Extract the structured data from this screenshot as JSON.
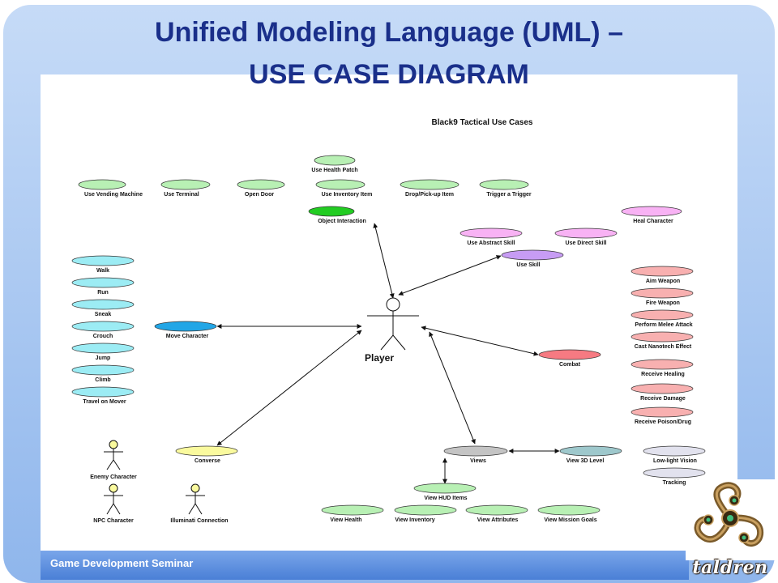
{
  "slide": {
    "title_line1": "Unified Modeling Language (UML) –",
    "title_line2": "USE CASE DIAGRAM",
    "footer": "Game Development Seminar",
    "logo_text": "taldren"
  },
  "colors": {
    "frame_blue": "#a9c8f2",
    "title_navy": "#1a2f8a",
    "footer_blue": "#5b8fe0",
    "green": "#b8f0b4",
    "bright_green": "#22cc22",
    "cyan": "#9cecf4",
    "blue_fill": "#22a6e6",
    "pink": "#f8b2f4",
    "purple": "#c79cf4",
    "salmon": "#f8b0b0",
    "red": "#f67a82",
    "yellow": "#fafa9e",
    "gray": "#c4c4c4",
    "teal": "#9ec8cc",
    "light_gray": "#e2e2ee"
  },
  "diagram": {
    "title": "Black9 Tactical Use Cases",
    "actors": {
      "player": "Player",
      "enemy": "Enemy Character",
      "npc": "NPC Character",
      "illuminati": "Illuminati Connection"
    },
    "use_cases": {
      "use_health_patch": "Use Health Patch",
      "use_vending_machine": "Use Vending Machine",
      "use_terminal": "Use Terminal",
      "open_door": "Open Door",
      "use_inventory_item": "Use Inventory Item",
      "drop_pickup_item": "Drop/Pick-up Item",
      "trigger_a_trigger": "Trigger a Trigger",
      "object_interaction": "Object Interaction",
      "heal_character": "Heal Character",
      "use_abstract_skill": "Use Abstract Skill",
      "use_direct_skill": "Use Direct Skill",
      "use_skill": "Use Skill",
      "walk": "Walk",
      "run": "Run",
      "sneak": "Sneak",
      "crouch": "Crouch",
      "jump": "Jump",
      "climb": "Climb",
      "travel_on_mover": "Travel on Mover",
      "move_character": "Move Character",
      "aim_weapon": "Aim Weapon",
      "fire_weapon": "Fire Weapon",
      "perform_melee_attack": "Perform Melee Attack",
      "cast_nanotech_effect": "Cast Nanotech Effect",
      "combat": "Combat",
      "receive_healing": "Receive Healing",
      "receive_damage": "Receive Damage",
      "receive_poison_drug": "Receive Poison/Drug",
      "converse": "Converse",
      "views": "Views",
      "view_3d_level": "View 3D Level",
      "lowlight_vision": "Low-light Vision",
      "tracking": "Tracking",
      "view_hud_items": "View HUD Items",
      "view_health": "View Health",
      "view_inventory": "View Inventory",
      "view_attributes": "View Attributes",
      "view_mission_goals": "View Mission Goals"
    }
  }
}
